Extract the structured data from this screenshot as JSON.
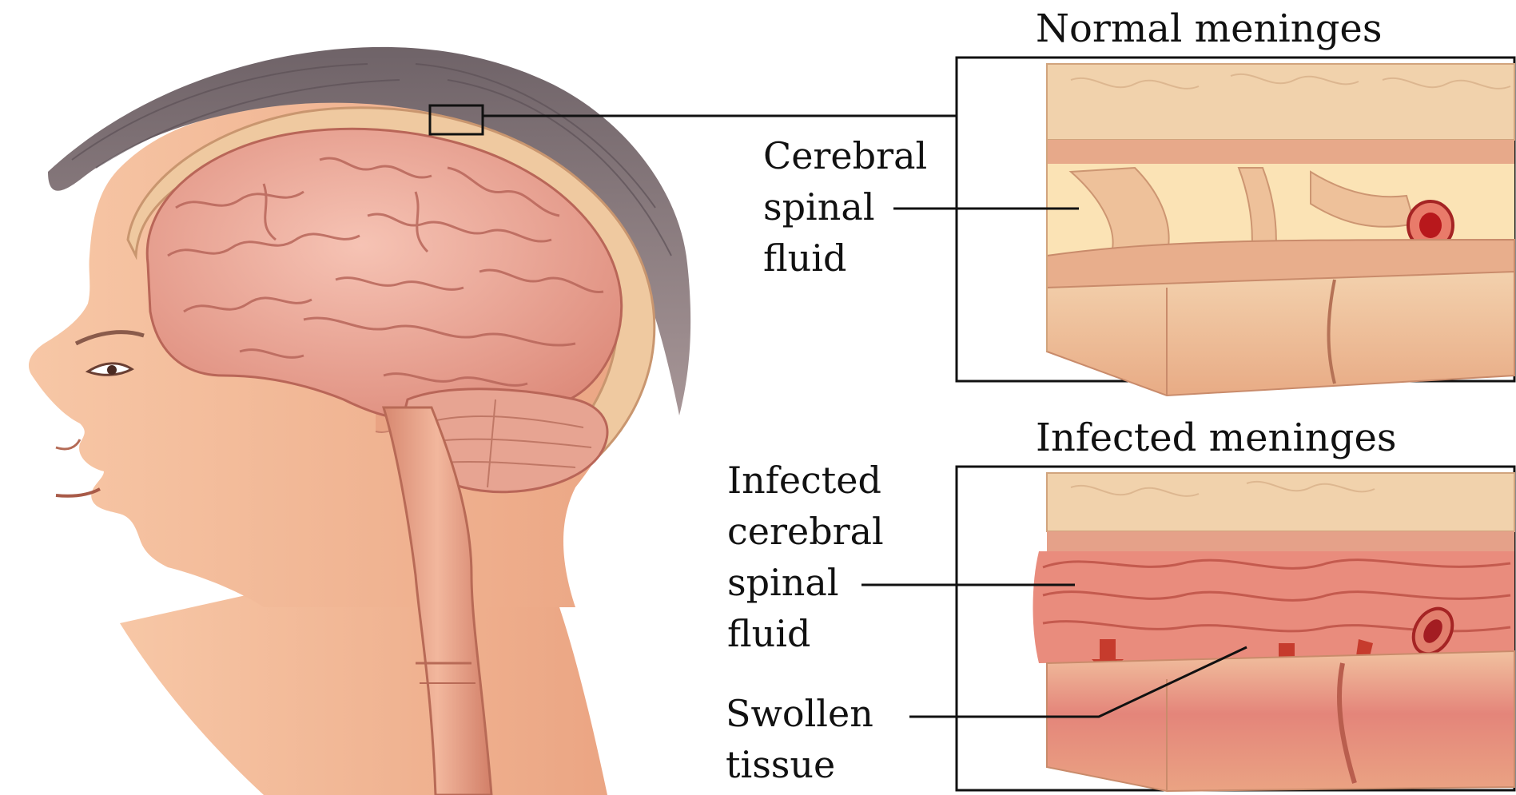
{
  "labels": {
    "normal_title": "Normal meninges",
    "infected_title": "Infected meninges",
    "csf": [
      "Cerebral",
      "spinal",
      "fluid"
    ],
    "infected_csf": [
      "Infected",
      "cerebral",
      "spinal",
      "fluid"
    ],
    "swollen": [
      "Swollen",
      "tissue"
    ]
  },
  "colors": {
    "background": "#ffffff",
    "skin": "#f3b797",
    "hair": "#8d7b7c",
    "brain": "#e99b8c",
    "tissue_normal": "#f0c09a",
    "tissue_infected": "#e58d78",
    "blood_vessel": "#c0282a",
    "leader_lines": "#111111"
  }
}
